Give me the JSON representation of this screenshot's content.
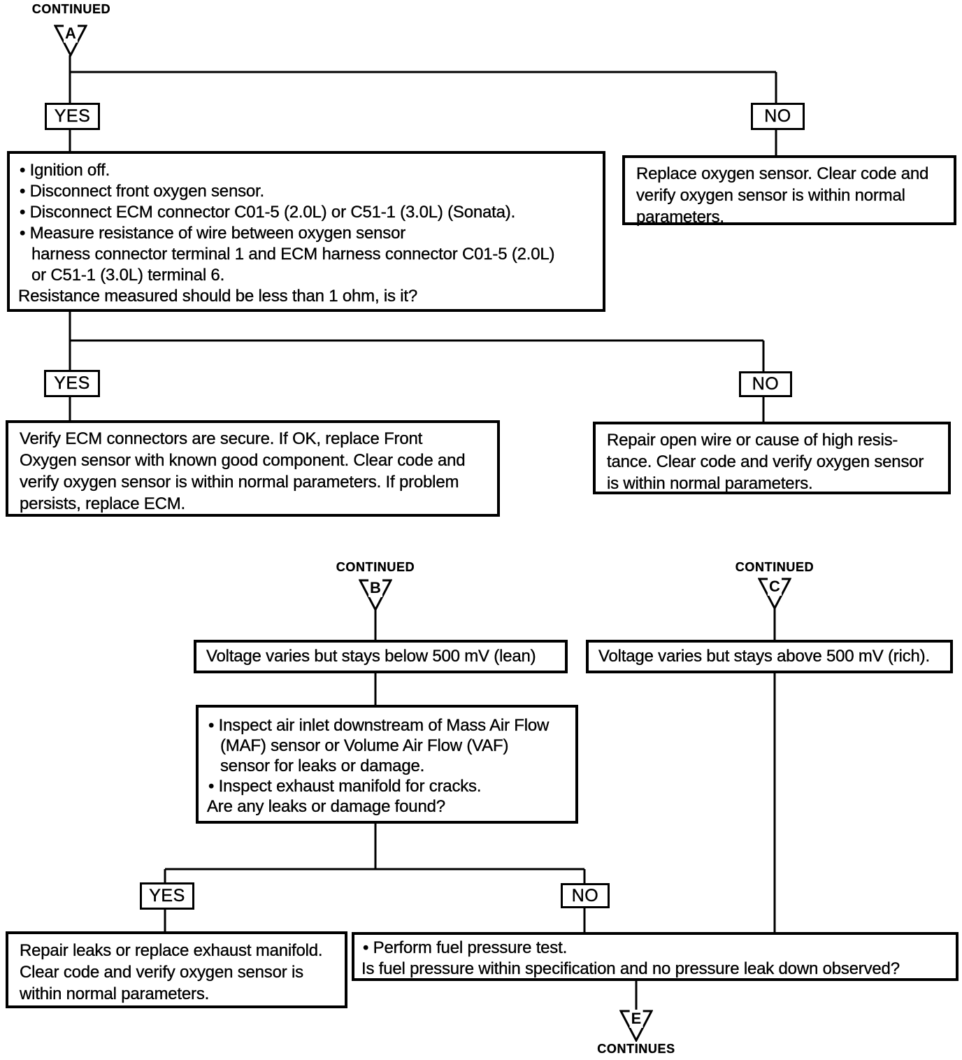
{
  "labels": {
    "continued": "CONTINUED",
    "continues": "CONTINUES",
    "yes": "YES",
    "no": "NO"
  },
  "connectors": {
    "a": "A",
    "b": "B",
    "c": "C",
    "e": "E"
  },
  "colors": {
    "ink": "#000000",
    "paper": "#ffffff"
  },
  "boxes": {
    "procedure": {
      "lines": [
        "• Ignition off.",
        "• Disconnect front oxygen sensor.",
        "• Disconnect ECM connector C01-5 (2.0L) or C51-1 (3.0L) (Sonata).",
        "• Measure resistance of wire between oxygen sensor",
        "harness connector terminal 1 and ECM harness connector C01-5 (2.0L)",
        "or C51-1 (3.0L) terminal 6.",
        "Resistance measured should be less than 1 ohm, is it?"
      ]
    },
    "replace_oxygen": {
      "lines": [
        "Replace oxygen sensor. Clear code and",
        "verify oxygen sensor is within normal",
        "parameters."
      ]
    },
    "verify_ecm": {
      "lines": [
        "Verify ECM connectors are secure. If OK, replace Front",
        "Oxygen sensor with known good component. Clear code and",
        "verify oxygen sensor is within normal parameters. If problem",
        "persists, replace ECM."
      ]
    },
    "repair_wire": {
      "lines": [
        "Repair open wire or cause of high resis-",
        "tance. Clear code and verify oxygen sensor",
        "is within normal parameters."
      ]
    },
    "voltage_lean": {
      "lines": [
        "Voltage varies but stays below 500 mV (lean)"
      ]
    },
    "voltage_rich": {
      "lines": [
        "Voltage varies but stays above 500 mV (rich)."
      ]
    },
    "inspect_air": {
      "lines": [
        "• Inspect air inlet downstream of Mass Air Flow",
        "(MAF) sensor or Volume Air Flow (VAF)",
        "sensor for leaks or damage.",
        "• Inspect exhaust manifold for cracks.",
        "Are any leaks or damage found?"
      ]
    },
    "repair_leaks": {
      "lines": [
        "Repair leaks or replace exhaust manifold.",
        "Clear code and verify oxygen sensor is",
        "within normal parameters."
      ]
    },
    "fuel_pressure": {
      "lines": [
        "• Perform fuel pressure test.",
        "Is fuel pressure within specification and no pressure leak down observed?"
      ]
    }
  }
}
